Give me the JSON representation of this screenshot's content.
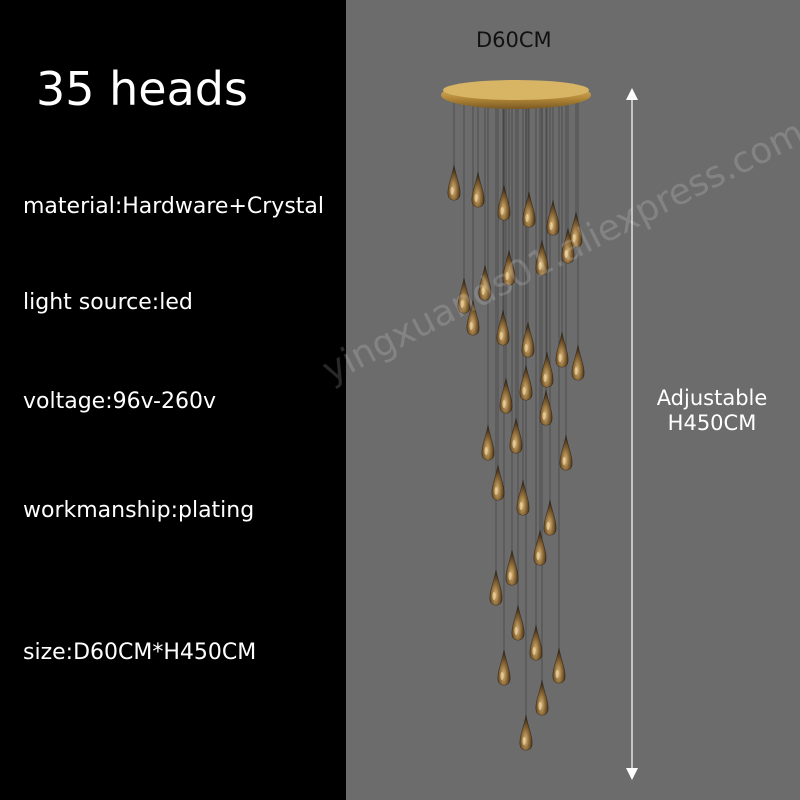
{
  "heading": "35 heads",
  "specs": {
    "material": "material:Hardware+Crystal",
    "light_source": "light source:led",
    "voltage": "voltage:96v-260v",
    "workmanship": "workmanship:plating",
    "size": "size:D60CM*H450CM"
  },
  "dimensions": {
    "diameter": "D60CM",
    "height_line1": "Adjustable",
    "height_line2": "H450CM"
  },
  "watermark": "yingxuands01.aliexpress.com",
  "colors": {
    "left_background": "#000000",
    "right_background": "#6c6c6c",
    "canopy_gold": "#c9a24a",
    "crystal_amber": "#8a6a3a"
  },
  "product": {
    "crystal_drop_count": 35
  }
}
